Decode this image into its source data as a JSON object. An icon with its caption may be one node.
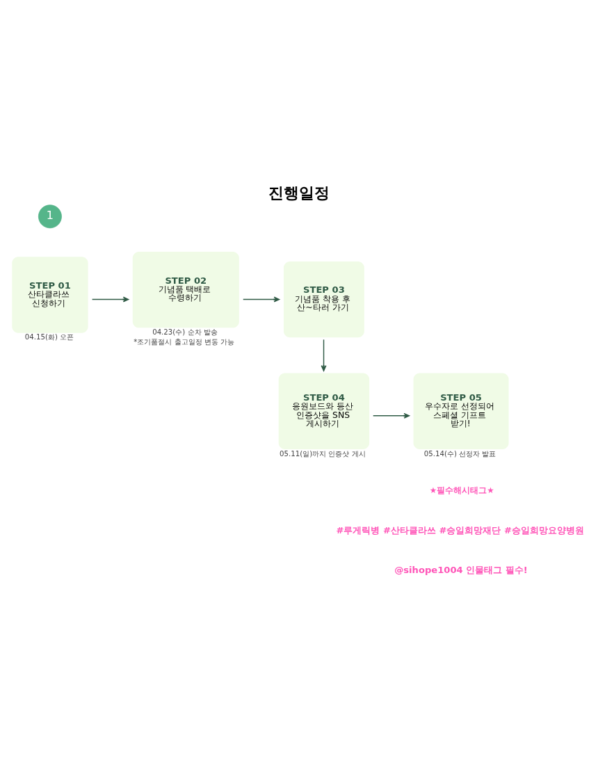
{
  "diagram": {
    "title": "진행일정",
    "nodes": [
      {
        "text": [
          "1"
        ]
      },
      {
        "text": [
          "STEP 01",
          "산타클라쓰 신청하기"
        ],
        "beside": [
          "04.15(화) 오픈"
        ]
      },
      {
        "text": [
          "STEP 02",
          "기념품 택배로 수령하기"
        ],
        "beside": [
          "04.23(수) 순차 발송",
          "*조기품절시 출고일정 변동 가능"
        ]
      },
      {
        "text": [
          "STEP 03",
          "기념품 착용 후 산~타러 가기"
        ]
      },
      {
        "text": [
          "STEP 04",
          "응원보드와 등산 인증샷을 SNS 게시하기"
        ],
        "beside": [
          "05.11(일)까지 인증샷 게시"
        ]
      },
      {
        "text": [
          "STEP 05",
          "우수자로 선정되어 스페셜 기프트 받기!"
        ],
        "beside": [
          "05.14(수) 선정자 발표"
        ]
      }
    ],
    "edges": [
      {
        "from": 1,
        "to": 2,
        "arrow": "to"
      },
      {
        "from": 2,
        "to": 3,
        "arrow": "to"
      },
      {
        "from": 3,
        "to": 4,
        "arrow": "to"
      },
      {
        "from": 4,
        "to": 5,
        "arrow": "to"
      }
    ],
    "labels": [
      "★필수해시태그★",
      "#루게릭병 #산타클라쓰 #승일희망재단 #승일희망요양병원",
      "@sihope1004 인물태그 필수!"
    ]
  }
}
